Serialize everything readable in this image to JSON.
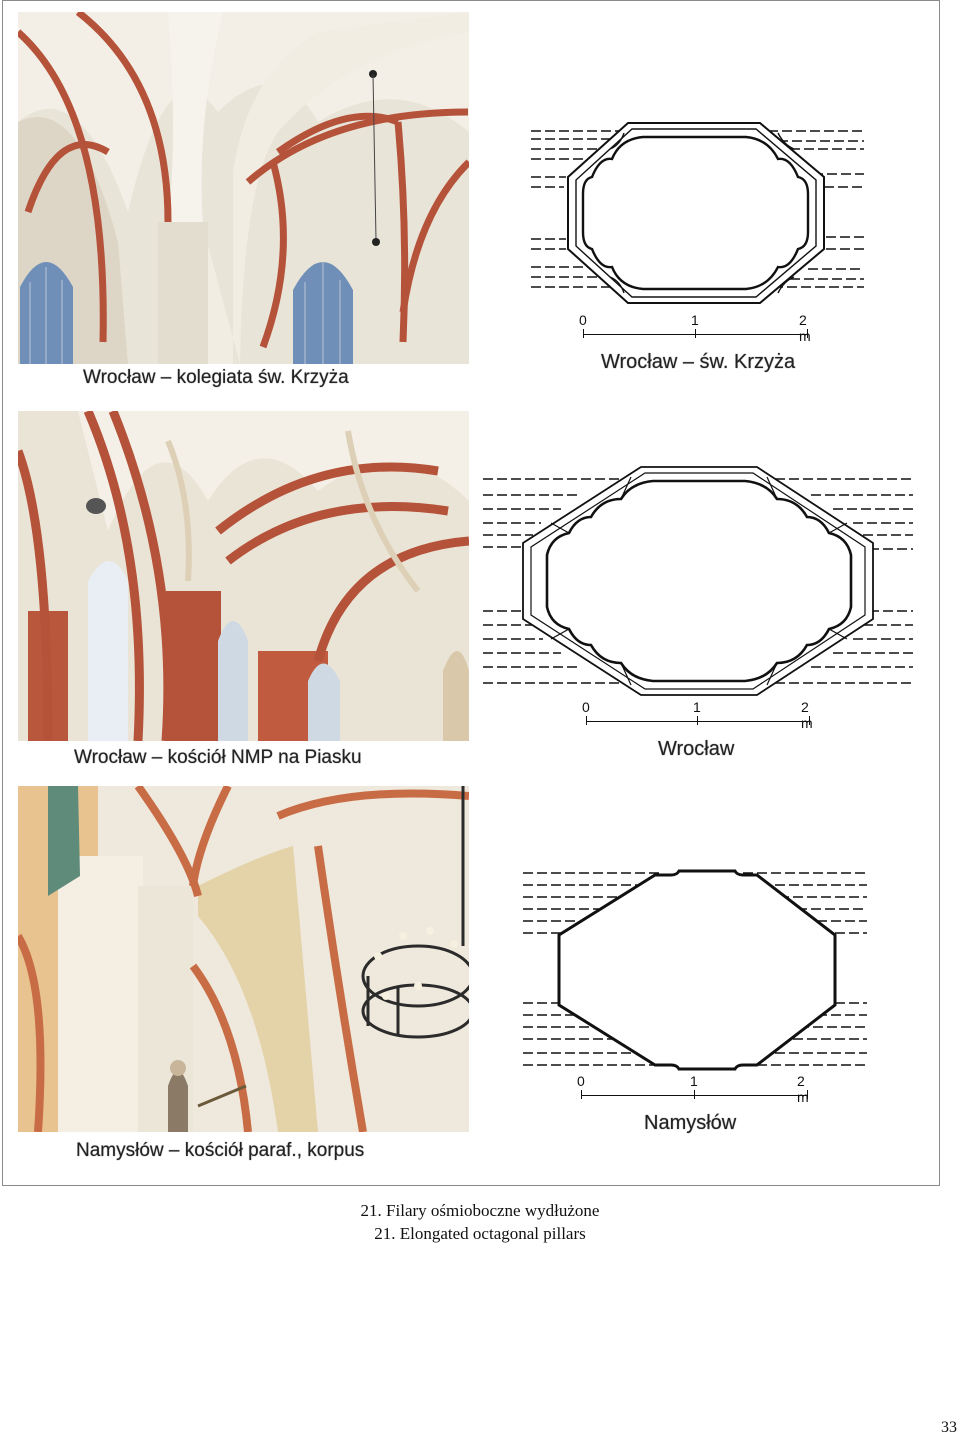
{
  "figure": {
    "rows": [
      {
        "photo_caption": "Wrocław – kolegiata św. Krzyża",
        "plan_caption": "Wrocław – św. Krzyża",
        "scale": {
          "labels": [
            "0",
            "1",
            "2 m"
          ]
        }
      },
      {
        "photo_caption": "Wrocław – kościół NMP na Piasku",
        "plan_caption": "Wrocław",
        "scale": {
          "labels": [
            "0",
            "1",
            "2 m"
          ]
        }
      },
      {
        "photo_caption": "Namysłów – kościół paraf., korpus",
        "plan_caption": "Namysłów",
        "scale": {
          "labels": [
            "0",
            "1",
            "2 m"
          ]
        }
      }
    ],
    "caption_pl": "21. Filary ośmioboczne wydłużone",
    "caption_en": "21. Elongated octagonal pillars"
  },
  "page_number": "33",
  "colors": {
    "brick": "#b5523a",
    "vault_plaster": "#ece7dc",
    "stone": "#cfc4ad",
    "window_glass": "#6f8fb8",
    "plan_line": "#111111"
  }
}
